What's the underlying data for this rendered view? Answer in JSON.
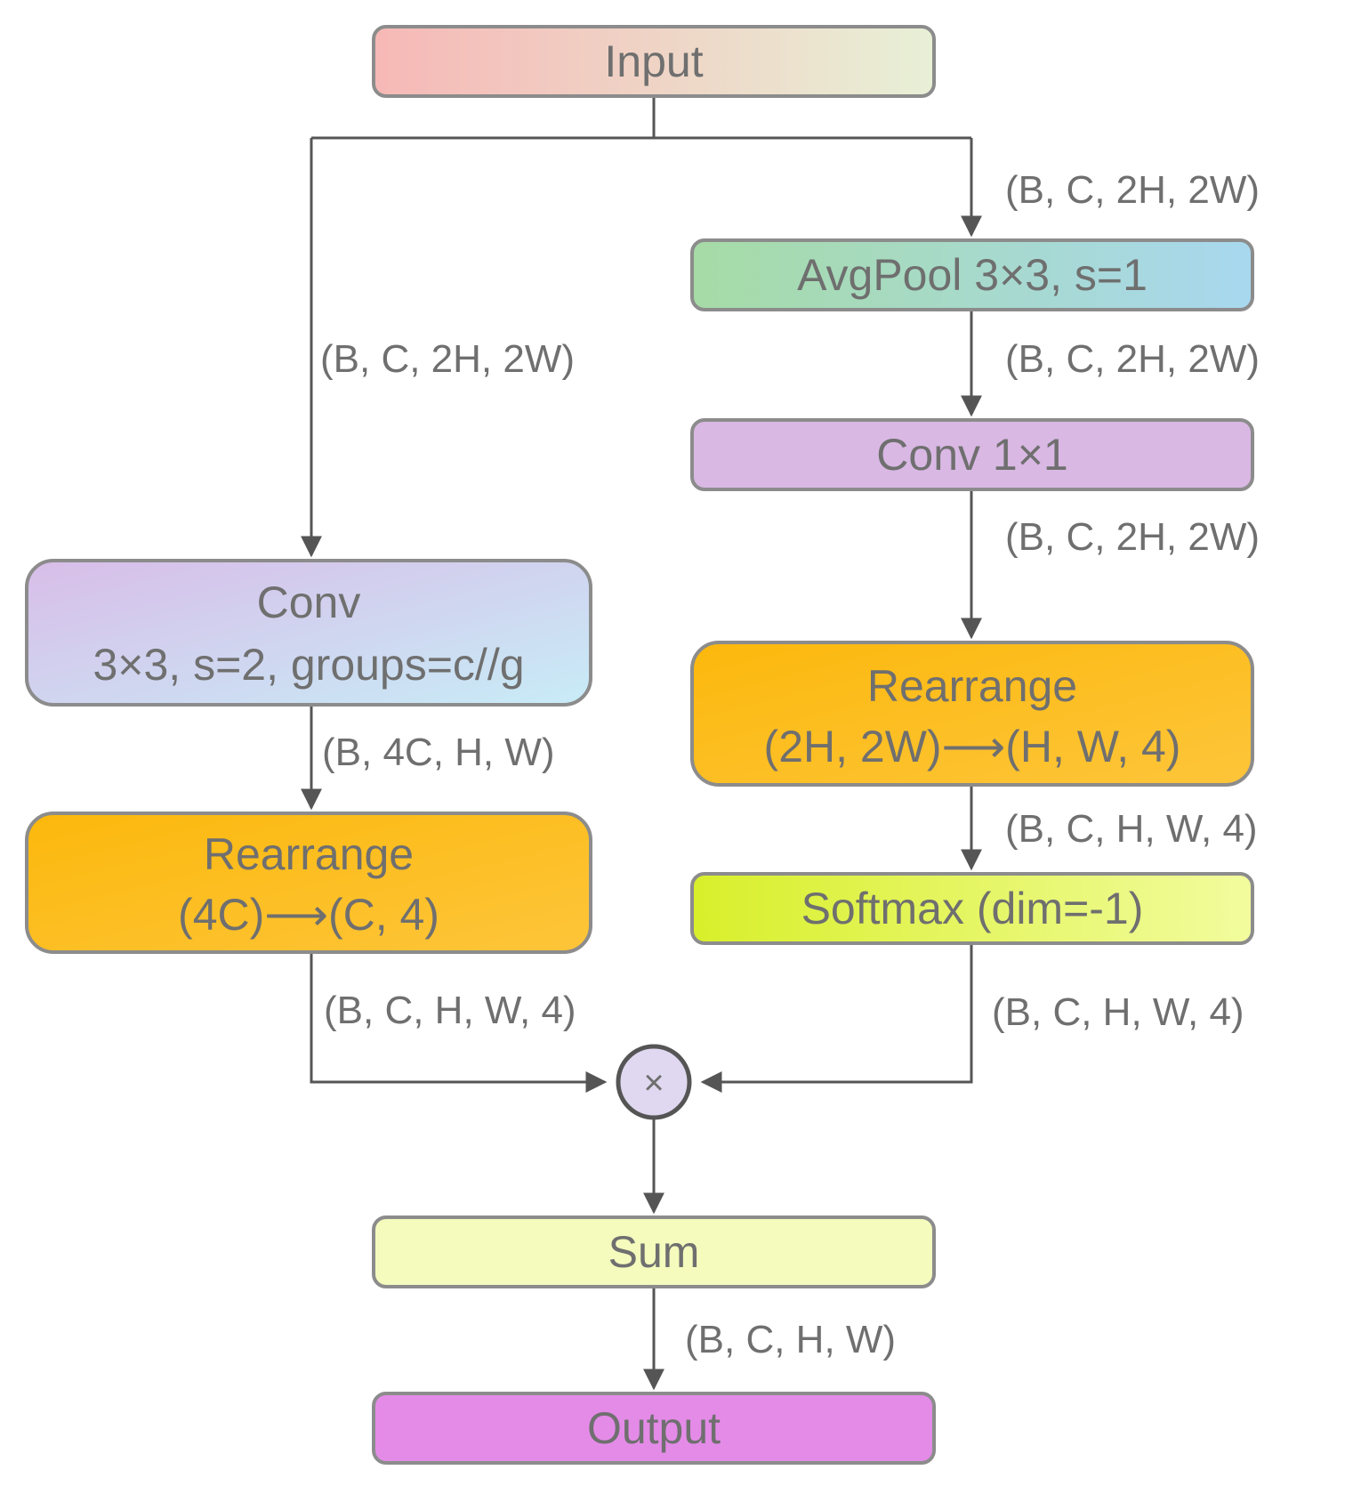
{
  "nodes": {
    "input": "Input",
    "avgpool": "AvgPool 3×3, s=1",
    "conv1x1": "Conv 1×1",
    "rearrange_right_line1": "Rearrange",
    "rearrange_right_line2": "(2H, 2W)⟶(H, W, 4)",
    "softmax": "Softmax (dim=-1)",
    "conv_left_line1": "Conv",
    "conv_left_line2": "3×3, s=2, groups=c//g",
    "rearrange_left_line1": "Rearrange",
    "rearrange_left_line2": "(4C)⟶(C, 4)",
    "multiply_symbol": "×",
    "sum": "Sum",
    "output": "Output"
  },
  "shapes": {
    "right_input": "(B, C, 2H, 2W)",
    "right_after_pool": "(B, C, 2H, 2W)",
    "right_after_conv": "(B, C, 2H, 2W)",
    "right_after_rearrange": "(B, C, H, W, 4)",
    "right_after_softmax": "(B, C, H, W, 4)",
    "left_input": "(B, C, 2H, 2W)",
    "left_after_conv": "(B, 4C, H, W)",
    "left_after_rearrange": "(B, C, H, W, 4)",
    "after_sum": "(B, C, H, W)"
  },
  "colors": {
    "input_gradient": [
      "#f6b8b6",
      "#e8f0d6"
    ],
    "avgpool_gradient": [
      "#a6dba6",
      "#a8d8ef"
    ],
    "conv1x1_fill": "#d9b8e4",
    "conv_left_gradient": [
      "#d8bde8",
      "#c8ecf7"
    ],
    "rearrange_fill": "#fdbd2e",
    "softmax_gradient": [
      "#d8ef2a",
      "#f2fc9e"
    ],
    "multiply_fill": "#e0d8f0",
    "sum_fill": "#f4fbbd",
    "output_fill": "#e48be8",
    "stroke": "#8c8c8c",
    "edge": "#555555",
    "text": "#6f6f6f"
  }
}
